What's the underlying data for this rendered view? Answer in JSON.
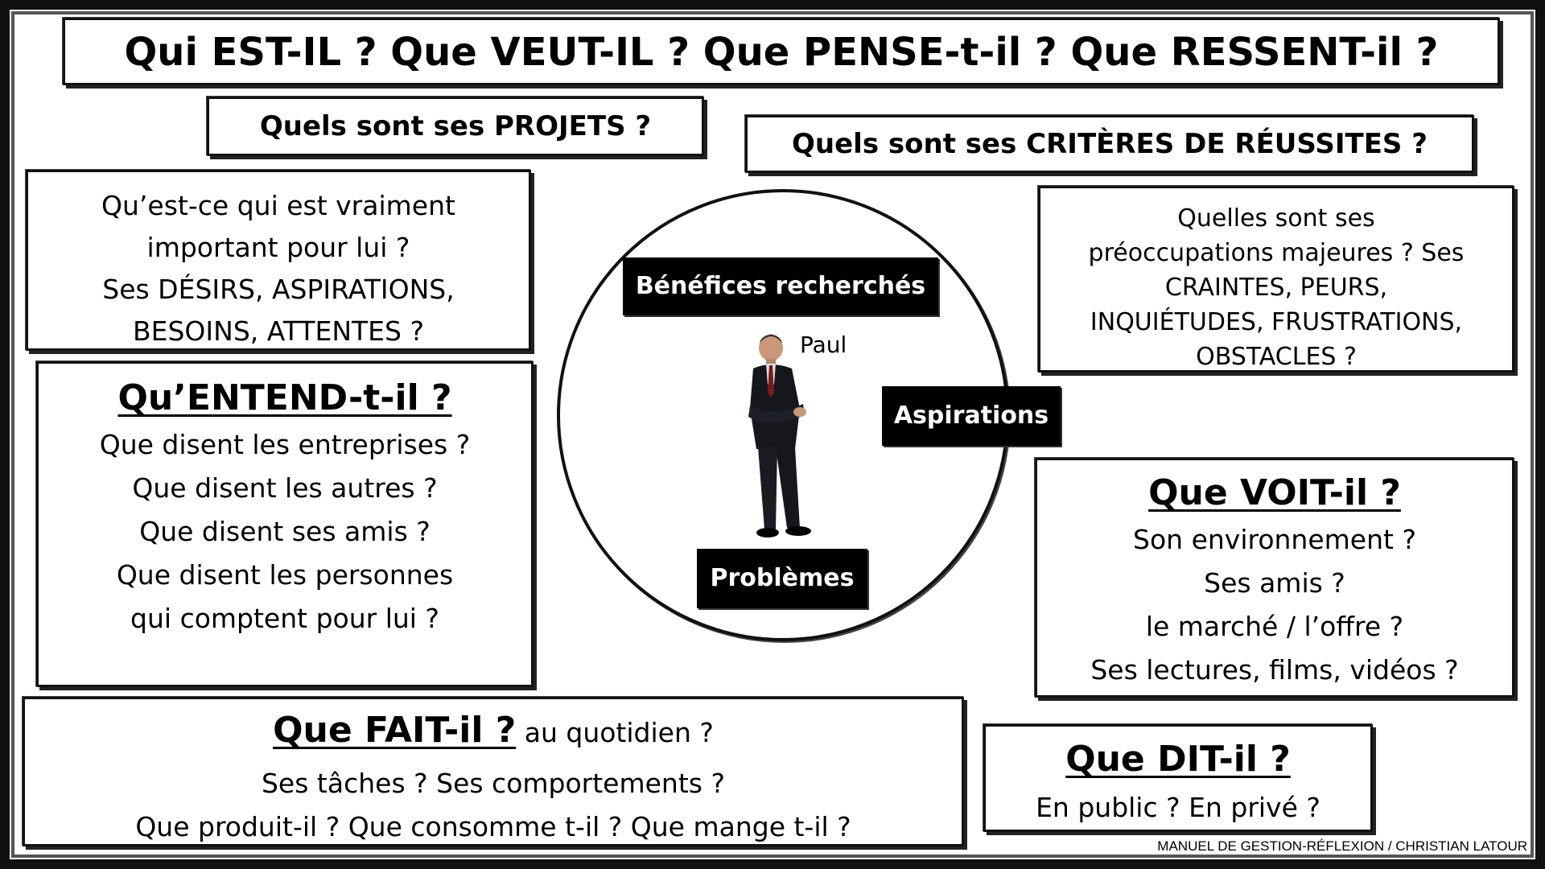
{
  "title": "Qui EST-IL ? Que VEUT-IL ? Que PENSE-t-il ? Que RESSENT-il ?",
  "projets": "Quels sont ses PROJETS ?",
  "criteres": "Quels sont ses CRITÈRES DE RÉUSSITES ?",
  "important": {
    "lines": [
      "Qu’est-ce qui est vraiment",
      "important pour lui ?",
      "Ses DÉSIRS, ASPIRATIONS,",
      "BESOINS, ATTENTES ?"
    ]
  },
  "preoccupations": {
    "lines": [
      "Quelles sont ses",
      "préoccupations majeures ?  Ses",
      "CRAINTES, PEURS,",
      "INQUIÉTUDES, FRUSTRATIONS,",
      "OBSTACLES ?"
    ]
  },
  "entend": {
    "heading": "Qu’ENTEND-t-il ?",
    "lines": [
      "Que disent les entreprises ?",
      "Que disent les autres ?",
      "Que disent ses amis ?",
      "Que disent les personnes",
      "qui comptent pour lui ?"
    ]
  },
  "voit": {
    "heading": "Que VOIT-il ?",
    "lines": [
      "Son environnement ?",
      "Ses amis ?",
      "le marché / l’offre ?",
      "Ses lectures, films, vidéos ?"
    ]
  },
  "fait": {
    "heading": "Que FAIT-il ?",
    "heading_suffix": " au quotidien ?",
    "lines": [
      "Ses tâches ? Ses comportements ?",
      "Que produit-il ? Que consomme t-il ? Que mange t-il ?"
    ]
  },
  "dit": {
    "heading": "Que DIT-il ?",
    "line": "En public ? En privé ?"
  },
  "center": {
    "tag_benefices": "Bénéfices recherchés",
    "tag_aspirations": "Aspirations",
    "tag_problemes": "Problèmes",
    "person_name": "Paul"
  },
  "credit": "MANUEL DE GESTION-RÉFLEXION / CHRISTIAN LATOUR",
  "icons": {
    "person": "businessman-figure"
  }
}
